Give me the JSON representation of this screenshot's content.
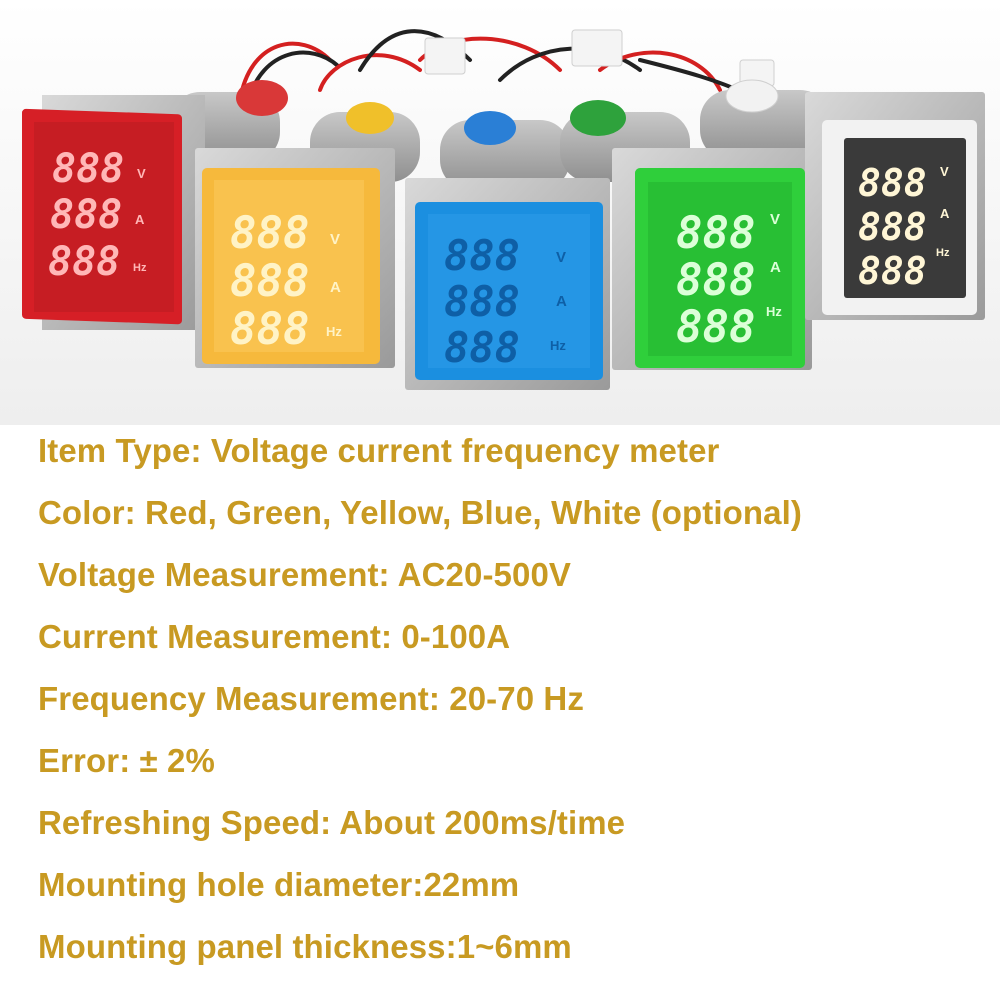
{
  "meters": [
    {
      "name": "red",
      "color": "#e0262e",
      "digits": "888",
      "units": [
        "V",
        "A",
        "Hz"
      ]
    },
    {
      "name": "yellow",
      "color": "#f6b93c",
      "digits": "888",
      "units": [
        "V",
        "A",
        "Hz"
      ]
    },
    {
      "name": "blue",
      "color": "#1b8fe0",
      "digits": "888",
      "units": [
        "V",
        "A",
        "Hz"
      ]
    },
    {
      "name": "green",
      "color": "#2fcf3b",
      "digits": "888",
      "units": [
        "V",
        "A",
        "Hz"
      ]
    },
    {
      "name": "white",
      "color": "#f2f2f2",
      "digits": "888",
      "units": [
        "V",
        "A",
        "Hz"
      ]
    }
  ],
  "specs": [
    "Item Type: Voltage current frequency meter",
    "Color: Red, Green, Yellow, Blue, White (optional)",
    "Voltage Measurement: AC20-500V",
    "Current Measurement: 0-100A",
    "Frequency Measurement: 20-70 Hz",
    "Error: ± 2%",
    "Refreshing Speed: About 200ms/time",
    "Mounting hole diameter:22mm",
    "Mounting panel thickness:1~6mm"
  ],
  "text_color": "#c89a22"
}
